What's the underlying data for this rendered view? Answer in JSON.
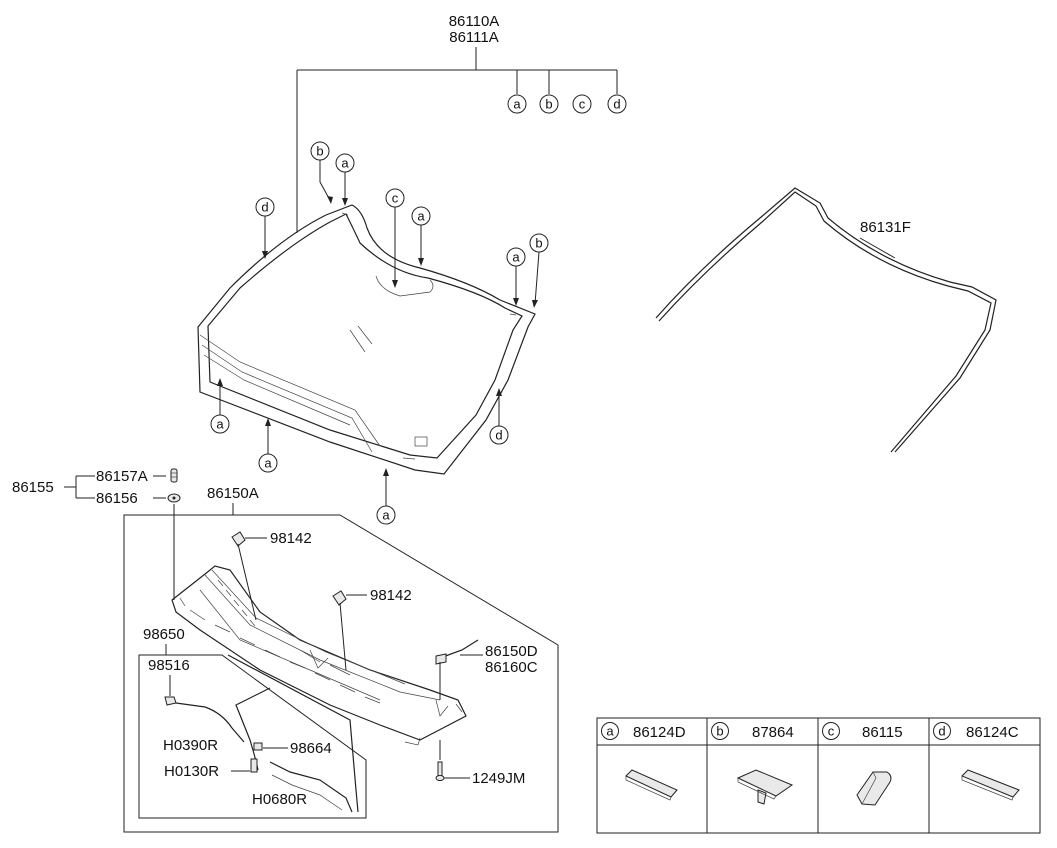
{
  "labels": {
    "windshield_glass": [
      "86110A",
      "86111A"
    ],
    "moulding": "86131F",
    "set_86155": "86155",
    "p86157A": "86157A",
    "p86156": "86156",
    "cowl_panel": "86150A",
    "nozzle_1": "98142",
    "nozzle_2": "98142",
    "p86150D": "86150D",
    "p86160C": "86160C",
    "hose_assy": "98650",
    "p98516": "98516",
    "pH0390R": "H0390R",
    "p98664": "98664",
    "pH0130R": "H0130R",
    "pH0680R": "H0680R",
    "p1249JM": "1249JM"
  },
  "callouts": {
    "top": [
      "a",
      "b",
      "c",
      "d"
    ],
    "b_top": "b",
    "a_top": "a",
    "c_mid": "c",
    "a_mid": "a",
    "d_left": "d",
    "a_right": "a",
    "b_right": "b",
    "a_left": "a",
    "d_right": "d",
    "a_bottom1": "a",
    "a_bottom2": "a"
  },
  "legend_table": [
    {
      "key": "a",
      "part": "86124D"
    },
    {
      "key": "b",
      "part": "87864"
    },
    {
      "key": "c",
      "part": "86115"
    },
    {
      "key": "d",
      "part": "86124C"
    }
  ]
}
